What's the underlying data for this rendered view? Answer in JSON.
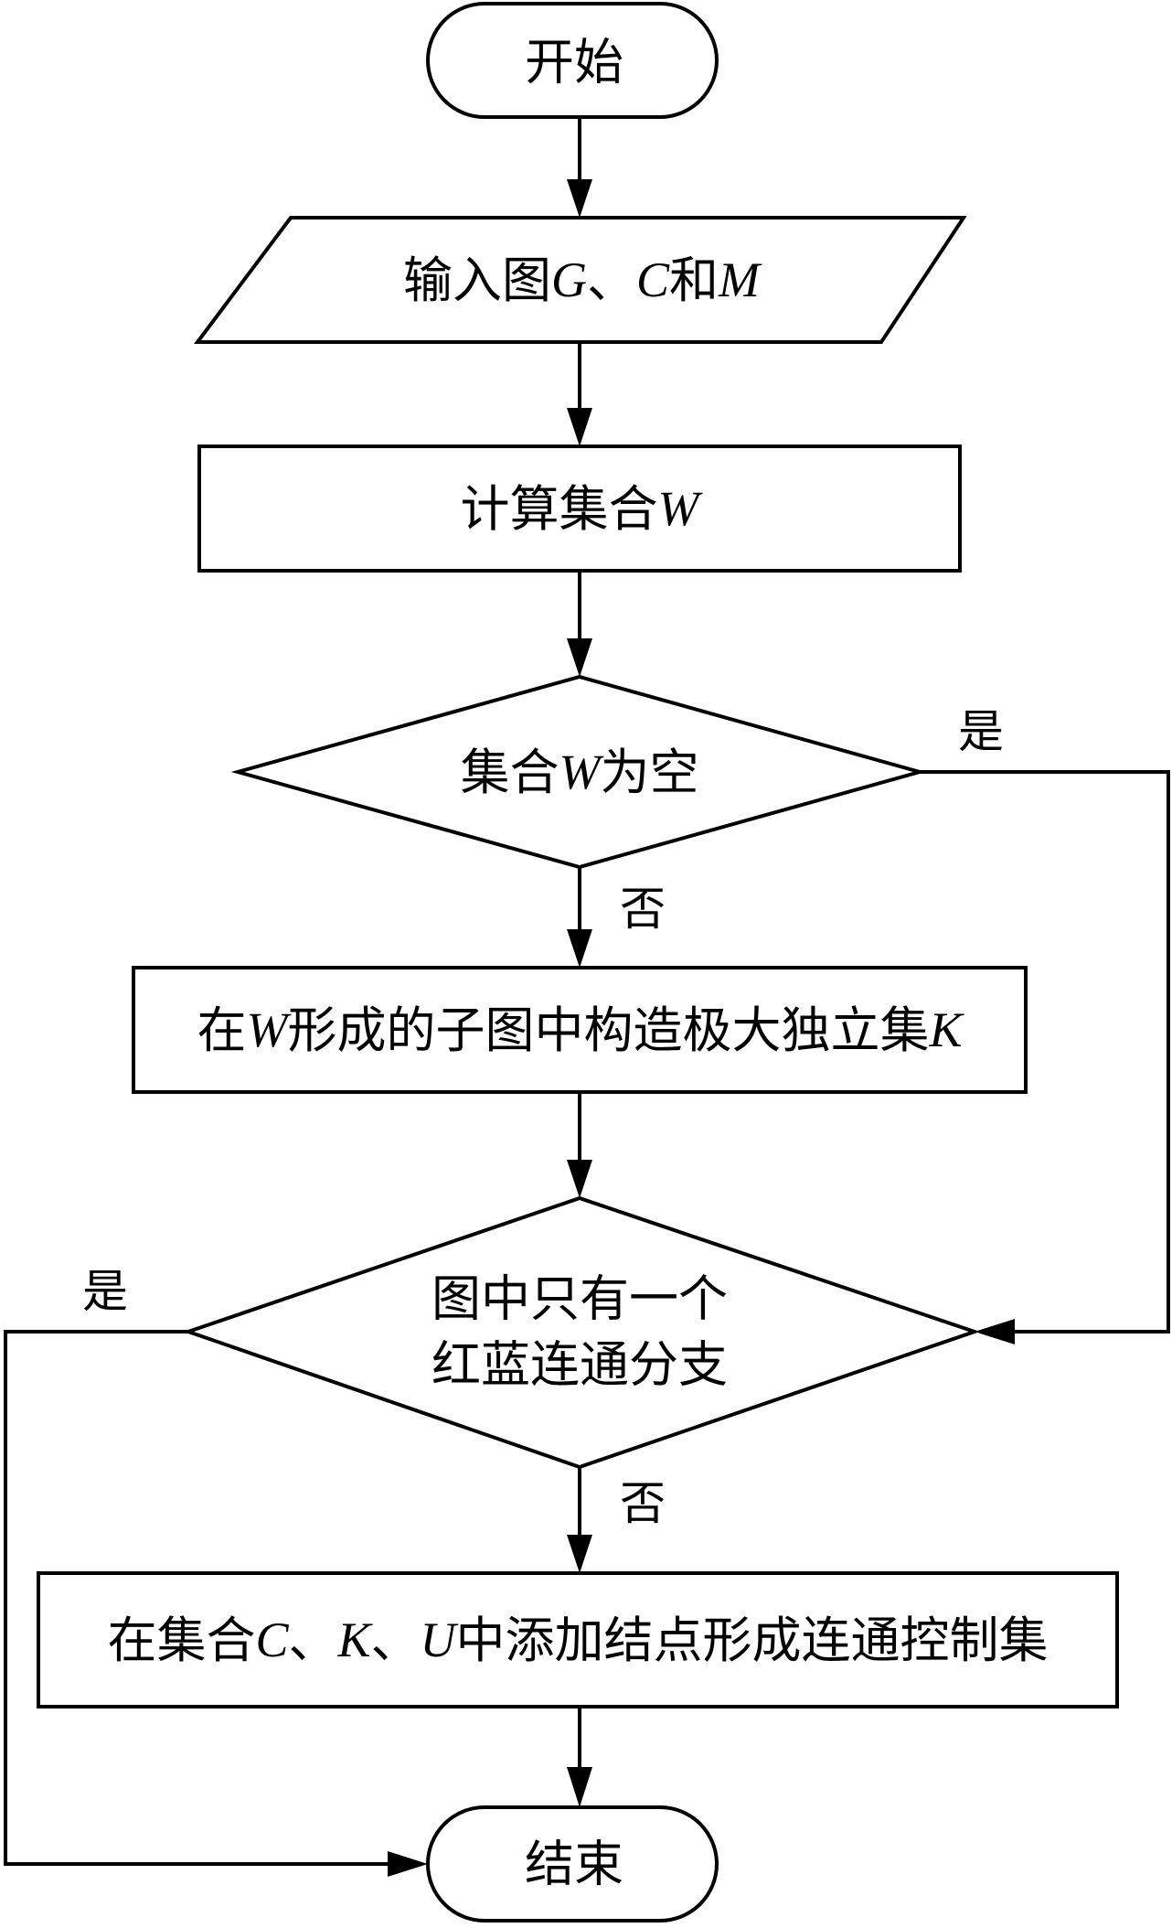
{
  "nodes": {
    "start": {
      "text": "开始"
    },
    "input": {
      "prefix": "输入图",
      "g": "G",
      "sep": "、",
      "c": "C",
      "and": "和",
      "m": "M"
    },
    "compute_w": {
      "text": "计算集合",
      "w": "W"
    },
    "w_empty": {
      "prefix": "集合",
      "w": "W",
      "suffix": "为空"
    },
    "construct_k": {
      "prefix": "在",
      "w": "W",
      "mid": "形成的子图中构造极大独立集",
      "k": "K"
    },
    "single_component": {
      "line1": "图中只有一个",
      "line2": "红蓝连通分支"
    },
    "add_nodes": {
      "prefix": "在集合",
      "c": "C",
      "sep1": "、",
      "k": "K",
      "sep2": "、",
      "u": "U",
      "suffix": "中添加结点形成连通控制集"
    },
    "end": {
      "text": "结束"
    }
  },
  "edge_labels": {
    "w_empty_yes": "是",
    "w_empty_no": "否",
    "single_yes": "是",
    "single_no": "否"
  }
}
